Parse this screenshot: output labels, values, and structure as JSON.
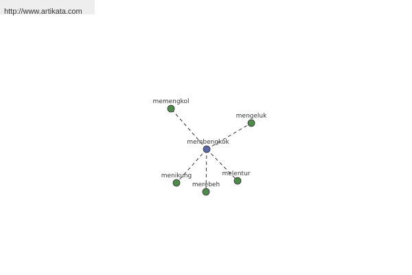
{
  "header": {
    "url": "http://www.artikata.com",
    "background_color": "#eeeeee"
  },
  "graph": {
    "center": {
      "label": "membengkok",
      "color": "#5a67a6"
    },
    "leaf_color": "#4e8a4a",
    "edge_color": "#333333",
    "nodes": [
      {
        "label": "memengkol"
      },
      {
        "label": "mengeluk"
      },
      {
        "label": "menikung"
      },
      {
        "label": "merebeh"
      },
      {
        "label": "melentur"
      }
    ]
  }
}
